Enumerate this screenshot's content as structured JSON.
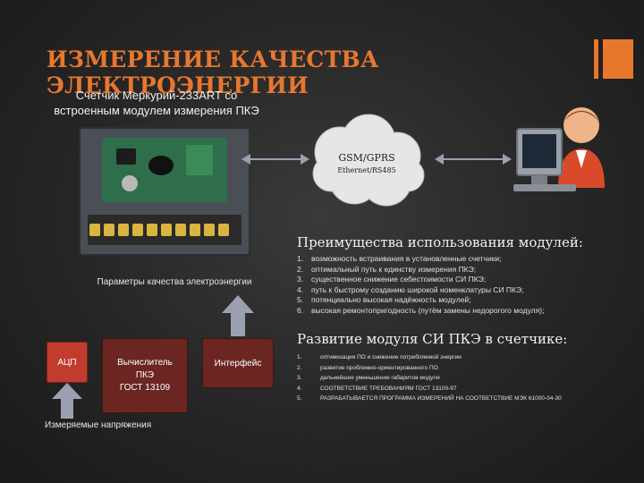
{
  "title": "ИЗМЕРЕНИЕ КАЧЕСТВА ЭЛЕКТРОЭНЕРГИИ",
  "meter_caption_line1": "Счетчик Меркурий-233ART  со",
  "meter_caption_line2": "встроенным  модулем измерения  ПКЭ",
  "cloud": {
    "line1": "GSM/GPRS",
    "line2": "Ethernet/RS485"
  },
  "advantages": {
    "title": "Преимущества использования модулей:",
    "items": [
      {
        "n": "1.",
        "text": "возможность встраивания в установленные счетчики;"
      },
      {
        "n": "2.",
        "text": "оптимальный путь к единству измерения ПКЭ;"
      },
      {
        "n": "3.",
        "text": "существенное снижение себестоимости СИ ПКЭ;"
      },
      {
        "n": "4.",
        "text": "путь к быстрому созданию широкой номенклатуры СИ ПКЭ;"
      },
      {
        "n": "5.",
        "text": "потенциально высокая надёжность модулей;"
      },
      {
        "n": "6.",
        "text": "высокая ремонтопригодность (путём замены недорогого модуля);"
      }
    ]
  },
  "params_label": "Параметры качества электроэнергии",
  "development": {
    "title": "Развитие модуля СИ ПКЭ в счетчике:",
    "items": [
      {
        "n": "1.",
        "text": "оптимизация ПО и снижение потребляемой энергии"
      },
      {
        "n": "2.",
        "text": "развитие проблемно-ориентированного ПО"
      },
      {
        "n": "3.",
        "text": "дальнейшее уменьшение габаритов модуля"
      },
      {
        "n": "4.",
        "text": "СООТВЕТСТВИЕ ТРЕБОВАНИЯМ ГОСТ 13109-97"
      },
      {
        "n": "5.",
        "text": "РАЗРАБАТЫВАЕТСЯ ПРОГРАММА ИЗМЕРЕНИЙ НА СООТВЕТСТВИЕ  МЭК 61000-04-30"
      }
    ]
  },
  "blocks": {
    "adc": "АЦП",
    "calc_line1": "Вычислитель",
    "calc_line2": "ПКЭ",
    "calc_line3": "ГОСТ 13109",
    "interface": "Интерфейс"
  },
  "measured_label": "Измеряемые напряжения",
  "colors": {
    "accent": "#e8772e",
    "adc_box": "#c23b2f",
    "dark_box": "#6b2622",
    "arrow": "#9aa0b0"
  }
}
